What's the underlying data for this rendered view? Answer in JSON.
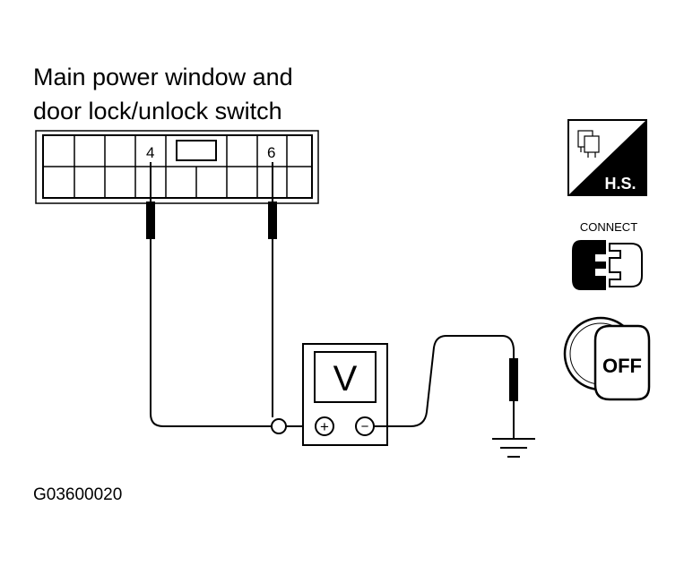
{
  "connector": {
    "title_line1": "Main power window and",
    "title_line2": "door lock/unlock switch",
    "terminal_a": "4",
    "terminal_b": "6"
  },
  "meter": {
    "display": "V",
    "positive": "+",
    "negative": "−"
  },
  "icons": {
    "harness_side_label": "H.S.",
    "connect_label": "CONNECT",
    "ignition_label": "OFF"
  },
  "figure_id": "G03600020"
}
